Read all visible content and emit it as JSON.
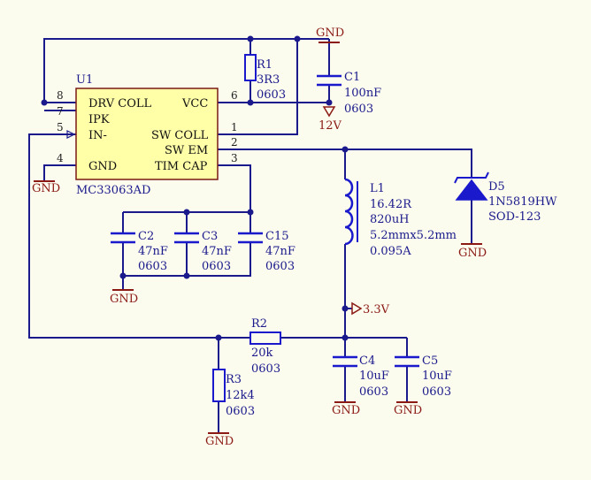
{
  "colors": {
    "background": "#fbfbee",
    "wire": "#1a1a8c",
    "ic_fill": "#ffffa8",
    "ic_border": "#7a1a14",
    "power_symbol": "#8b1a14",
    "component": "#1a1acc"
  },
  "u1": {
    "designator": "U1",
    "part": "MC33063AD",
    "pins": [
      {
        "num": "8",
        "name": "DRV COLL"
      },
      {
        "num": "7",
        "name": "IPK"
      },
      {
        "num": "5",
        "name": "IN-"
      },
      {
        "num": "4",
        "name": "GND"
      },
      {
        "num": "6",
        "name": "VCC"
      },
      {
        "num": "1",
        "name": "SW COLL"
      },
      {
        "num": "2",
        "name": "SW EM"
      },
      {
        "num": "3",
        "name": "TIM CAP"
      }
    ]
  },
  "r1": {
    "designator": "R1",
    "value": "3R3",
    "package": "0603"
  },
  "c1": {
    "designator": "C1",
    "value": "100nF",
    "package": "0603"
  },
  "c2": {
    "designator": "C2",
    "value": "47nF",
    "package": "0603"
  },
  "c3": {
    "designator": "C3",
    "value": "47nF",
    "package": "0603"
  },
  "c15": {
    "designator": "C15",
    "value": "47nF",
    "package": "0603"
  },
  "l1": {
    "designator": "L1",
    "line1": "16.42R",
    "line2": "820uH",
    "line3": "5.2mmx5.2mm",
    "line4": "0.095A"
  },
  "d5": {
    "designator": "D5",
    "part": "1N5819HW",
    "package": "SOD-123"
  },
  "r2": {
    "designator": "R2",
    "value": "20k",
    "package": "0603"
  },
  "r3": {
    "designator": "R3",
    "value": "12k4",
    "package": "0603"
  },
  "c4": {
    "designator": "C4",
    "value": "10uF",
    "package": "0603"
  },
  "c5": {
    "designator": "C5",
    "value": "10uF",
    "package": "0603"
  },
  "nets": {
    "gnd": "GND",
    "vin": "12V",
    "vout": "3.3V"
  }
}
